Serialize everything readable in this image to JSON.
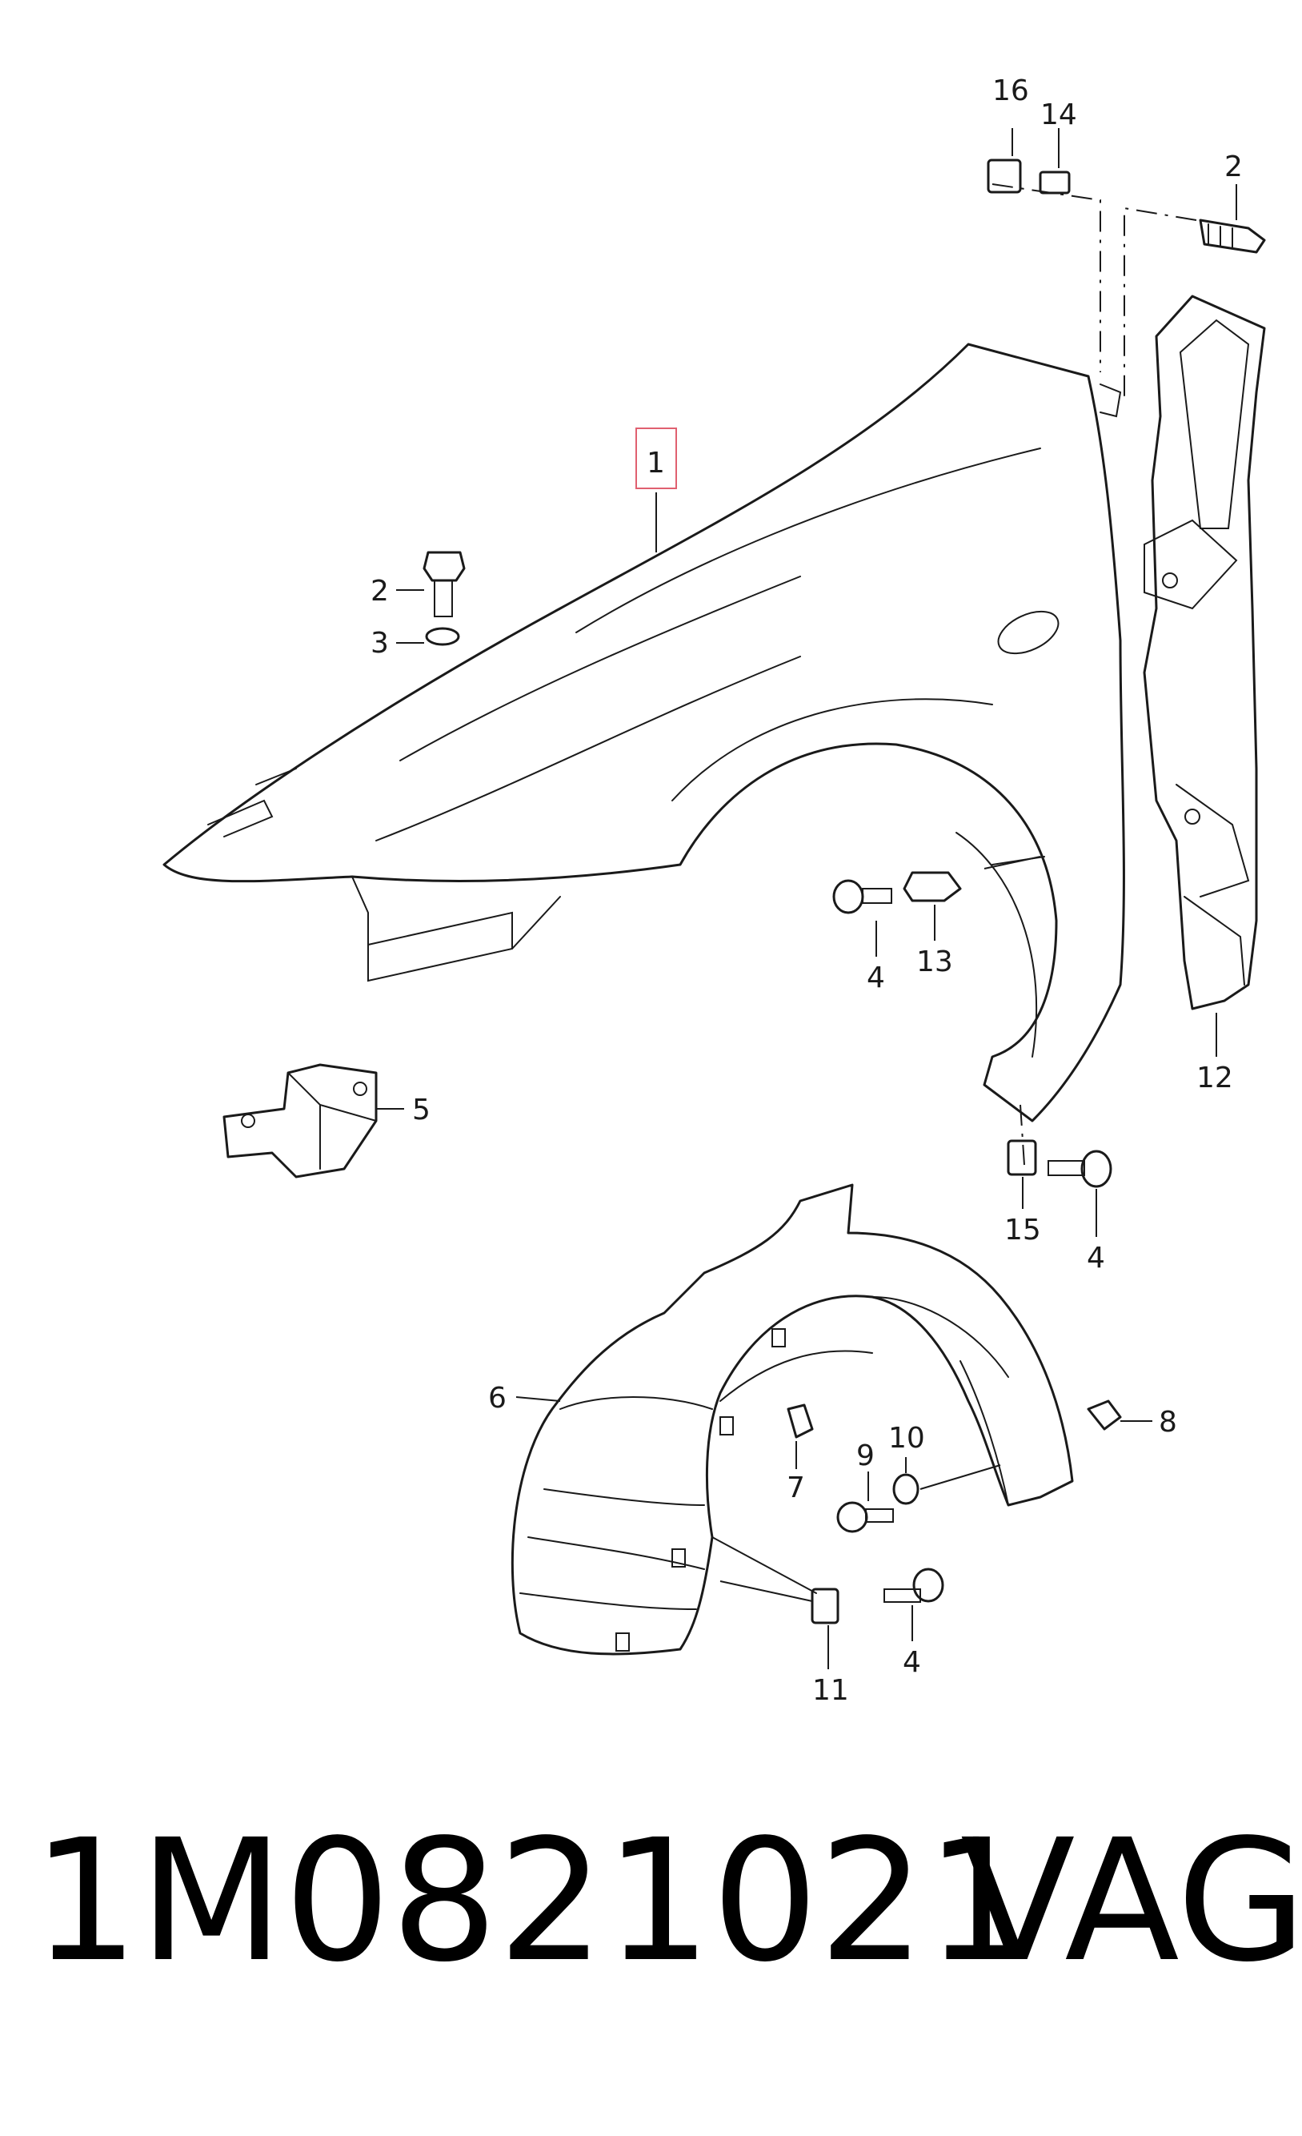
{
  "callouts": {
    "c1": "1",
    "c2a": "2",
    "c2b": "2",
    "c3": "3",
    "c4a": "4",
    "c4b": "4",
    "c4c": "4",
    "c5": "5",
    "c6": "6",
    "c7": "7",
    "c8": "8",
    "c9": "9",
    "c10": "10",
    "c11": "11",
    "c12": "12",
    "c13": "13",
    "c14": "14",
    "c15": "15",
    "c16": "16"
  },
  "highlight_color": "#e06070",
  "footer": {
    "part_number": "1M0821021",
    "brand": "VAG"
  }
}
